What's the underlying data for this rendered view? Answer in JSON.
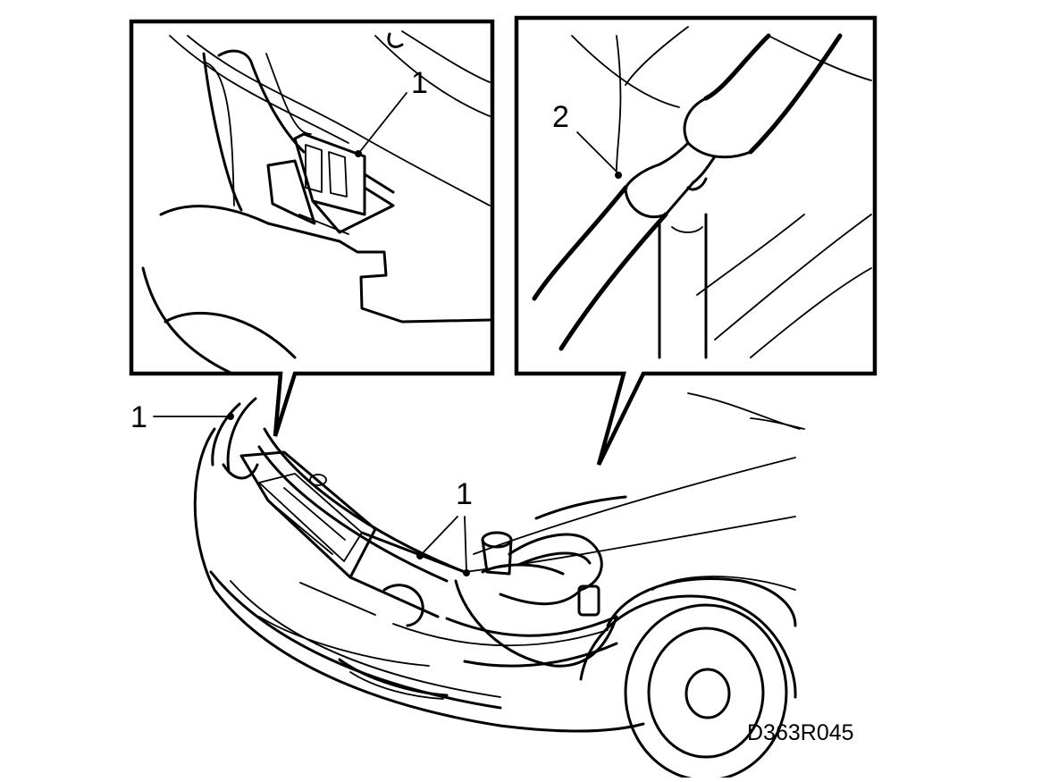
{
  "figure_code": "D363R045",
  "callouts": {
    "inset_left": "1",
    "car_left": "1",
    "car_center": "1",
    "inset_right": "2"
  }
}
